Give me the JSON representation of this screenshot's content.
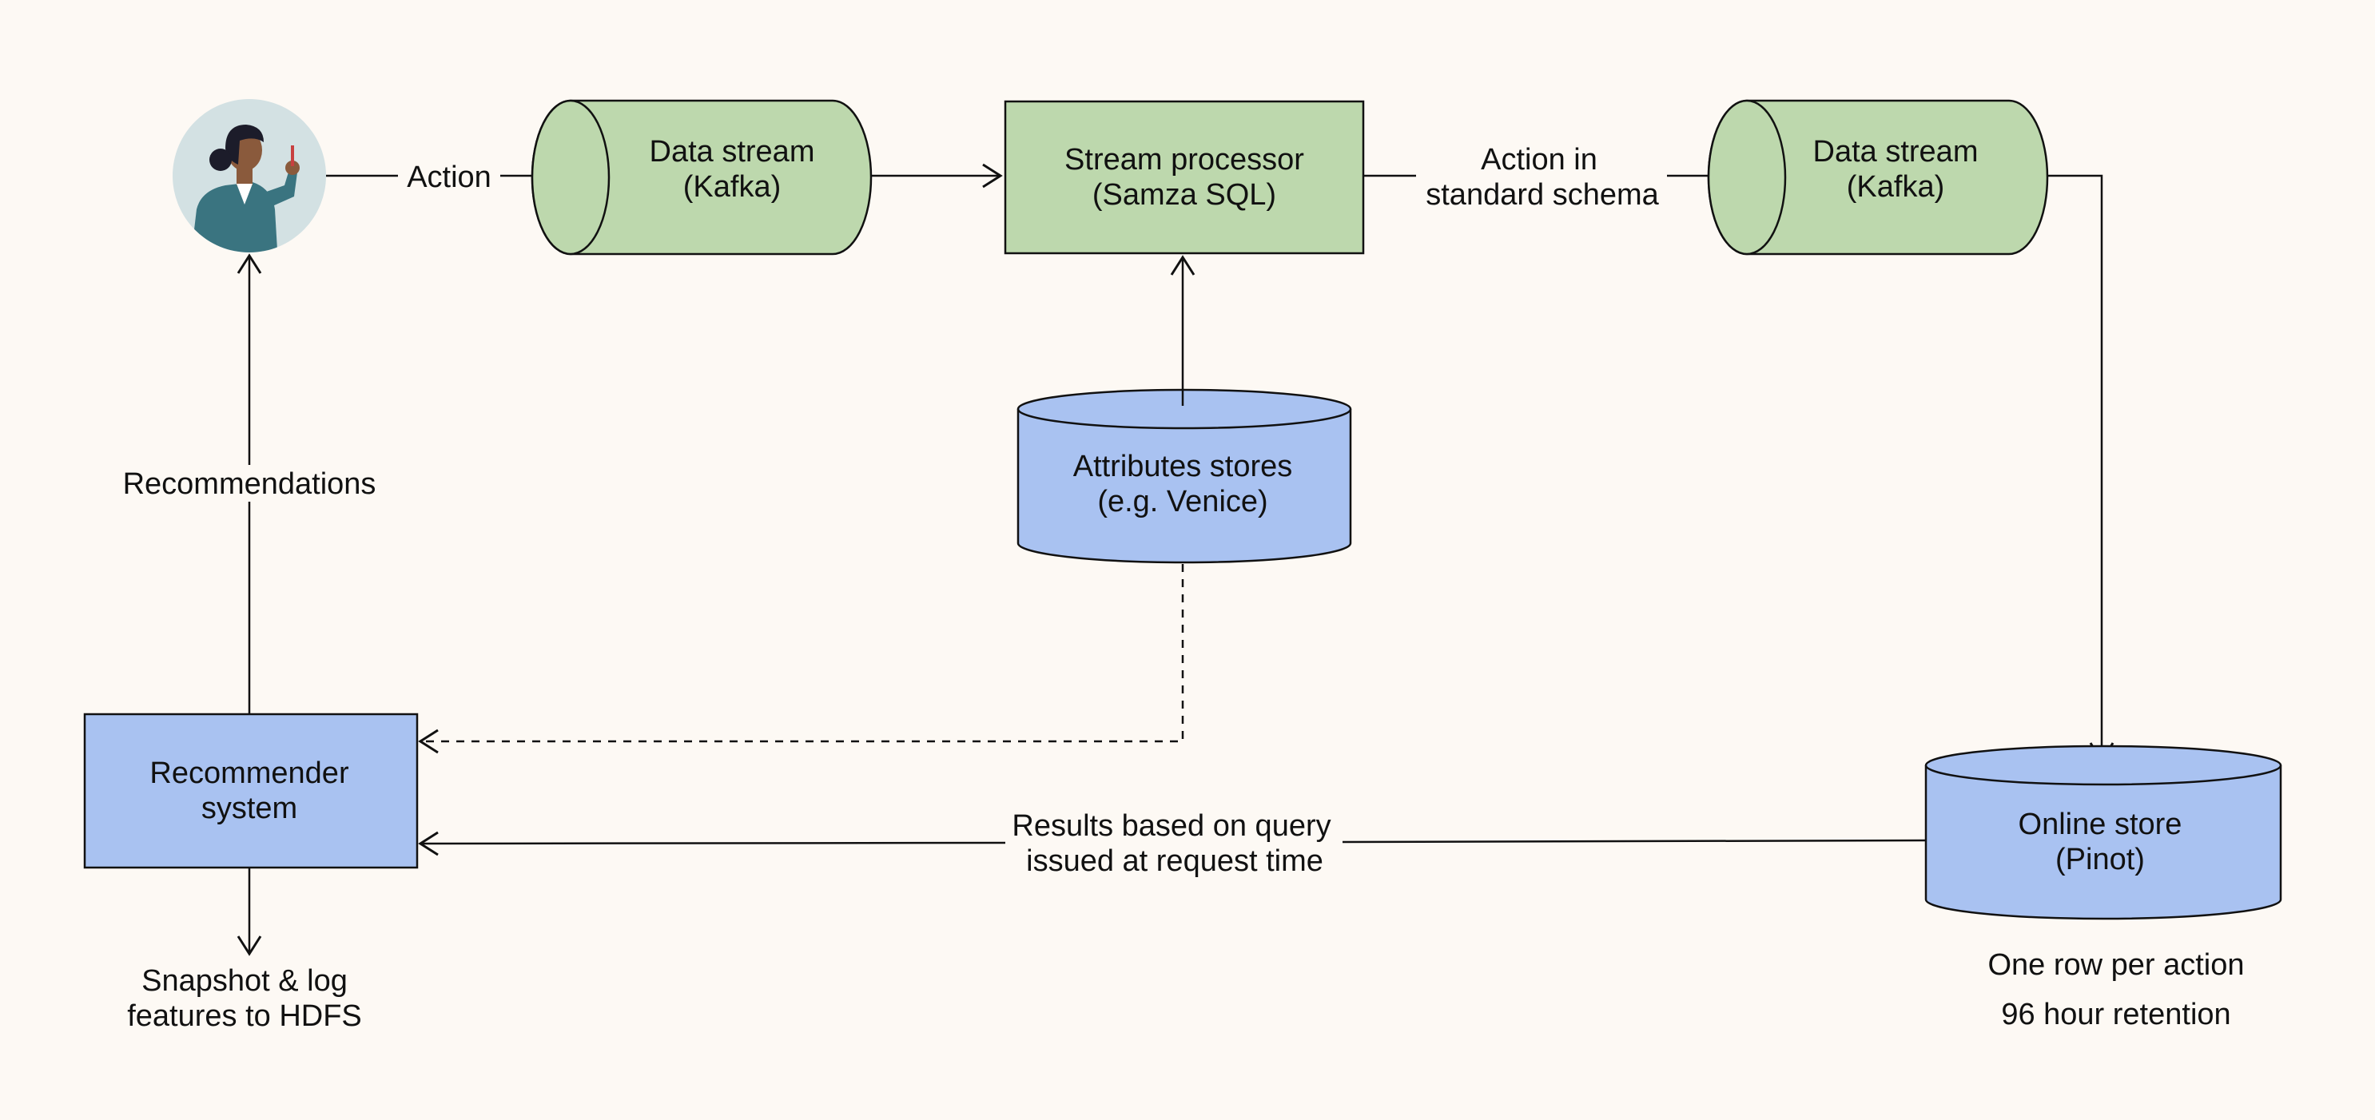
{
  "colors": {
    "background": "#fdf9f4",
    "green_fill": "#bdd8ad",
    "blue_fill": "#a9c2f1",
    "stroke": "#111111",
    "avatar_bg": "#d3e1e3"
  },
  "icons": {
    "user": "user-avatar-icon"
  },
  "nodes": {
    "data_stream_1": [
      "Data stream",
      "(Kafka)"
    ],
    "stream_processor": [
      "Stream processor",
      "(Samza SQL)"
    ],
    "data_stream_2": [
      "Data stream",
      "(Kafka)"
    ],
    "attributes_store": [
      "Attributes stores",
      "(e.g. Venice)"
    ],
    "recommender": [
      "Recommender",
      "system"
    ],
    "online_store": [
      "Online store",
      "(Pinot)"
    ]
  },
  "edge_labels": {
    "action": "Action",
    "action_standard": [
      "Action in",
      "standard schema"
    ],
    "recommendations": "Recommendations",
    "results": [
      "Results based on query",
      "issued at request time"
    ],
    "snapshot": [
      "Snapshot & log",
      "features to HDFS"
    ]
  },
  "notes": {
    "online_store": [
      "One row per action",
      "96 hour retention"
    ]
  }
}
